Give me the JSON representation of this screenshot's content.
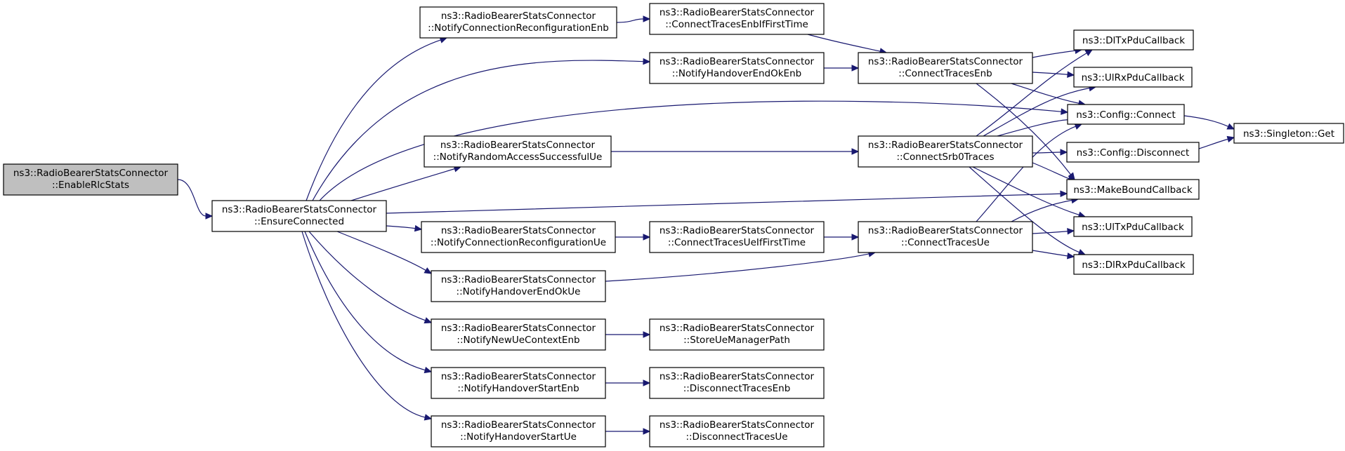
{
  "diagram": {
    "type": "call-graph",
    "colors": {
      "edge": "#191970",
      "node_fill": "#ffffff",
      "root_fill": "#bfbfbf",
      "node_stroke": "#000000"
    },
    "nodes": [
      {
        "id": "enable",
        "lines": [
          "ns3::RadioBearerStatsConnector",
          "::EnableRlcStats"
        ],
        "root": true
      },
      {
        "id": "ensure",
        "lines": [
          "ns3::RadioBearerStatsConnector",
          "::EnsureConnected"
        ]
      },
      {
        "id": "ncrEnb",
        "lines": [
          "ns3::RadioBearerStatsConnector",
          "::NotifyConnectionReconfigurationEnb"
        ]
      },
      {
        "id": "hoOkEnb",
        "lines": [
          "ns3::RadioBearerStatsConnector",
          "::NotifyHandoverEndOkEnb"
        ]
      },
      {
        "id": "rasUe",
        "lines": [
          "ns3::RadioBearerStatsConnector",
          "::NotifyRandomAccessSuccessfulUe"
        ]
      },
      {
        "id": "ncrUe",
        "lines": [
          "ns3::RadioBearerStatsConnector",
          "::NotifyConnectionReconfigurationUe"
        ]
      },
      {
        "id": "hoOkUe",
        "lines": [
          "ns3::RadioBearerStatsConnector",
          "::NotifyHandoverEndOkUe"
        ]
      },
      {
        "id": "newUeCtx",
        "lines": [
          "ns3::RadioBearerStatsConnector",
          "::NotifyNewUeContextEnb"
        ]
      },
      {
        "id": "hoStartEnb",
        "lines": [
          "ns3::RadioBearerStatsConnector",
          "::NotifyHandoverStartEnb"
        ]
      },
      {
        "id": "hoStartUe",
        "lines": [
          "ns3::RadioBearerStatsConnector",
          "::NotifyHandoverStartUe"
        ]
      },
      {
        "id": "ctEnbIf",
        "lines": [
          "ns3::RadioBearerStatsConnector",
          "::ConnectTracesEnbIfFirstTime"
        ]
      },
      {
        "id": "ctUeIf",
        "lines": [
          "ns3::RadioBearerStatsConnector",
          "::ConnectTracesUeIfFirstTime"
        ]
      },
      {
        "id": "storeUe",
        "lines": [
          "ns3::RadioBearerStatsConnector",
          "::StoreUeManagerPath"
        ]
      },
      {
        "id": "dtEnb",
        "lines": [
          "ns3::RadioBearerStatsConnector",
          "::DisconnectTracesEnb"
        ]
      },
      {
        "id": "dtUe",
        "lines": [
          "ns3::RadioBearerStatsConnector",
          "::DisconnectTracesUe"
        ]
      },
      {
        "id": "ctEnb",
        "lines": [
          "ns3::RadioBearerStatsConnector",
          "::ConnectTracesEnb"
        ]
      },
      {
        "id": "cSrb0",
        "lines": [
          "ns3::RadioBearerStatsConnector",
          "::ConnectSrb0Traces"
        ]
      },
      {
        "id": "ctUe",
        "lines": [
          "ns3::RadioBearerStatsConnector",
          "::ConnectTracesUe"
        ]
      },
      {
        "id": "dlTx",
        "lines": [
          "ns3::DlTxPduCallback"
        ]
      },
      {
        "id": "ulRx",
        "lines": [
          "ns3::UlRxPduCallback"
        ]
      },
      {
        "id": "cfgConnect",
        "lines": [
          "ns3::Config::Connect"
        ]
      },
      {
        "id": "cfgDisconnect",
        "lines": [
          "ns3::Config::Disconnect"
        ]
      },
      {
        "id": "mbc",
        "lines": [
          "ns3::MakeBoundCallback"
        ]
      },
      {
        "id": "ulTx",
        "lines": [
          "ns3::UlTxPduCallback"
        ]
      },
      {
        "id": "dlRx",
        "lines": [
          "ns3::DlRxPduCallback"
        ]
      },
      {
        "id": "singleton",
        "lines": [
          "ns3::Singleton::Get"
        ]
      }
    ],
    "edges": [
      [
        "enable",
        "ensure"
      ],
      [
        "ensure",
        "ncrEnb"
      ],
      [
        "ensure",
        "hoOkEnb"
      ],
      [
        "ensure",
        "cfgConnect"
      ],
      [
        "ensure",
        "rasUe"
      ],
      [
        "ensure",
        "mbc"
      ],
      [
        "ensure",
        "ncrUe"
      ],
      [
        "ensure",
        "hoOkUe"
      ],
      [
        "ensure",
        "newUeCtx"
      ],
      [
        "ensure",
        "hoStartEnb"
      ],
      [
        "ensure",
        "hoStartUe"
      ],
      [
        "ncrEnb",
        "ctEnbIf"
      ],
      [
        "ctEnbIf",
        "ctEnb"
      ],
      [
        "hoOkEnb",
        "ctEnb"
      ],
      [
        "rasUe",
        "cSrb0"
      ],
      [
        "ncrUe",
        "ctUeIf"
      ],
      [
        "ctUeIf",
        "ctUe"
      ],
      [
        "hoOkUe",
        "ctUe"
      ],
      [
        "newUeCtx",
        "storeUe"
      ],
      [
        "hoStartEnb",
        "dtEnb"
      ],
      [
        "hoStartUe",
        "dtUe"
      ],
      [
        "ctEnb",
        "dlTx"
      ],
      [
        "ctEnb",
        "ulRx"
      ],
      [
        "ctEnb",
        "cfgConnect"
      ],
      [
        "ctEnb",
        "mbc"
      ],
      [
        "cSrb0",
        "dlTx"
      ],
      [
        "cSrb0",
        "ulRx"
      ],
      [
        "cSrb0",
        "cfgConnect"
      ],
      [
        "cSrb0",
        "cfgDisconnect"
      ],
      [
        "cSrb0",
        "mbc"
      ],
      [
        "cSrb0",
        "ulTx"
      ],
      [
        "cSrb0",
        "dlRx"
      ],
      [
        "ctUe",
        "cfgConnect"
      ],
      [
        "ctUe",
        "mbc"
      ],
      [
        "ctUe",
        "ulTx"
      ],
      [
        "ctUe",
        "dlRx"
      ],
      [
        "cfgConnect",
        "singleton"
      ],
      [
        "cfgDisconnect",
        "singleton"
      ]
    ]
  }
}
